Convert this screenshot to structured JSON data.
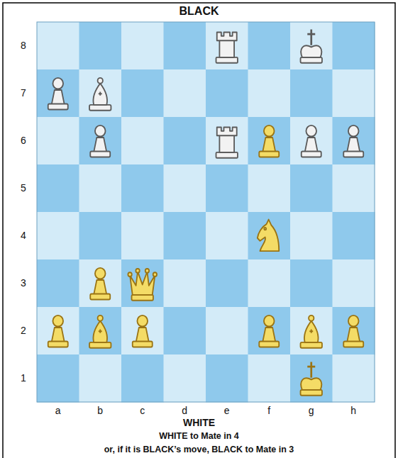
{
  "diagram": {
    "title": "BLACK",
    "labels": [
      "8",
      "7",
      "6",
      "5",
      "4",
      "3",
      "2",
      "1",
      "a",
      "b",
      "c",
      "d",
      "e",
      "f",
      "g",
      "h",
      "WHITE",
      "WHITE to Mate in 4",
      "or, if it is BLACK’s move, BLACK to Mate in 3"
    ]
  }
}
